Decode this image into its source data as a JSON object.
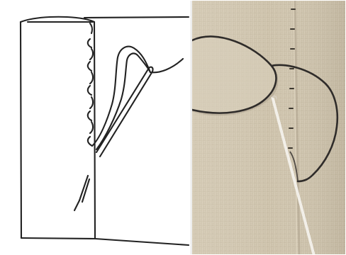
{
  "figure": {
    "left_panel": {
      "kind": "line-drawing",
      "subject": "whipstitch-diagram",
      "colors": {
        "background": "#ffffff",
        "stroke": "#222222"
      }
    },
    "right_panel": {
      "kind": "photograph",
      "subject": "linen-fabric-with-needle-and-thread",
      "colors": {
        "fabric_light": "#d7cdb7",
        "fabric_mid": "#cbbfa6",
        "fabric_dark": "#b7aa90",
        "shadow": "#8d806c",
        "thread": "#2f2c2a",
        "needle": "#f2efe8"
      }
    }
  }
}
